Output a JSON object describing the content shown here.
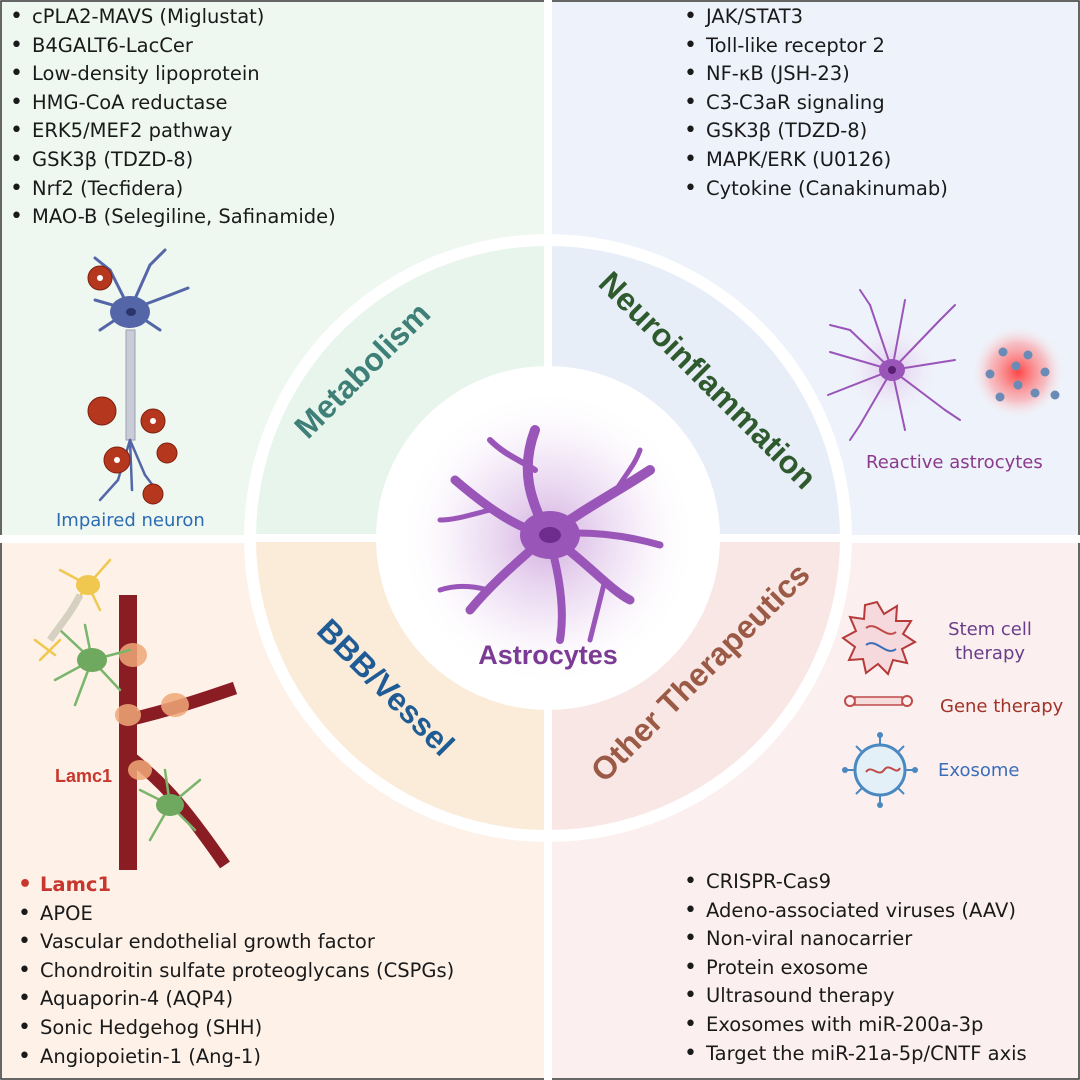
{
  "center": {
    "label": "Astrocytes"
  },
  "sectors": {
    "metabolism": "Metabolism",
    "neuroinflammation": "Neuroinflammation",
    "bbb": "BBB/Vessel",
    "other": "Other Therapeutics"
  },
  "lists": {
    "metabolism": [
      "cPLA2-MAVS (Miglustat)",
      "B4GALT6-LacCer",
      "Low-density lipoprotein",
      "HMG-CoA reductase",
      "ERK5/MEF2 pathway",
      "GSK3β (TDZD-8)",
      "Nrf2 (Tecfidera)",
      "MAO-B (Selegiline, Safinamide)"
    ],
    "neuroinflammation": [
      "JAK/STAT3",
      "Toll-like receptor 2",
      "NF-κB (JSH-23)",
      "C3-C3aR signaling",
      "GSK3β (TDZD-8)",
      "MAPK/ERK (U0126)",
      "Cytokine (Canakinumab)"
    ],
    "bbb": [
      "Lamc1",
      "APOE",
      "Vascular endothelial growth factor",
      "Chondroitin sulfate proteoglycans (CSPGs)",
      "Aquaporin-4 (AQP4)",
      "Sonic Hedgehog (SHH)",
      "Angiopoietin-1 (Ang-1)"
    ],
    "other": [
      "CRISPR-Cas9",
      "Adeno-associated viruses (AAV)",
      "Non-viral nanocarrier",
      "Protein exosome",
      "Ultrasound therapy",
      "Exosomes with miR-200a-3p",
      "Target the miR-21a-5p/CNTF axis"
    ]
  },
  "captions": {
    "impaired_neuron": "Impaired neuron",
    "reactive_astrocytes": "Reactive astrocytes",
    "lamc1": "Lamc1",
    "stem_cell": "Stem cell therapy",
    "gene_therapy": "Gene therapy",
    "exosome": "Exosome"
  },
  "colors": {
    "metabolism_bg": "#eef8f1",
    "neuroinflammation_bg": "#edf2fb",
    "bbb_bg": "#fdf1e8",
    "other_bg": "#fbf0ef",
    "metabolism_text": "#3e7f78",
    "neuroinflammation_text": "#2e5a2e",
    "bbb_text": "#1f5b94",
    "other_text": "#9a5a45",
    "astrocyte": "#9a55b8",
    "center_text": "#7b3b95",
    "highlight_red": "#c8372d"
  },
  "icons": [
    "impaired-neuron-icon",
    "reactive-astrocyte-icon",
    "cytokine-cloud-icon",
    "blood-vessel-icon",
    "stem-cell-icon",
    "gene-therapy-icon",
    "exosome-icon",
    "astrocyte-icon"
  ]
}
